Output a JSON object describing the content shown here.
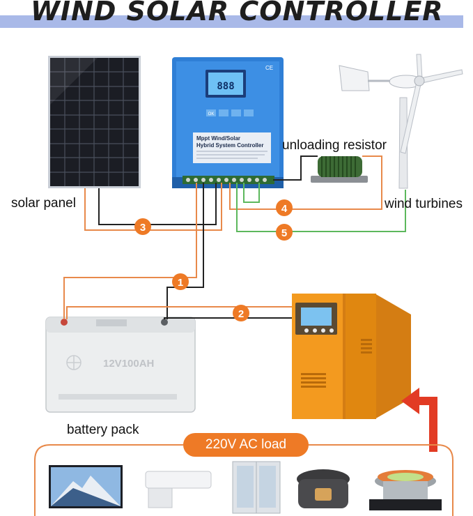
{
  "title": "WIND SOLAR CONTROLLER",
  "labels": {
    "solar_panel": "solar panel",
    "unloading_resistor": "unloading resistor",
    "wind_turbines": "wind turbines",
    "battery_pack": "battery pack",
    "ac_load": "220V AC load"
  },
  "controller": {
    "ce_mark": "CE",
    "display_value": "888",
    "panel_title_1": "Mppt Wind/Solar",
    "panel_title_2": "Hybrid System Controller",
    "button_ok": "OK"
  },
  "battery": {
    "rating": "12V100AH"
  },
  "connections": [
    {
      "number": "1"
    },
    {
      "number": "2"
    },
    {
      "number": "3"
    },
    {
      "number": "4"
    },
    {
      "number": "5"
    }
  ],
  "colors": {
    "orange_accent": "#ee7a26",
    "title_band": "#a9b9e8",
    "controller_blue": "#2f7fd6",
    "inverter_orange": "#f39a1f",
    "wire_green": "#5cb85c",
    "wire_orange": "#e8894a",
    "wire_black": "#222222"
  },
  "icons": [
    "solar-panel-icon",
    "wind-turbine-icon",
    "controller-icon",
    "resistor-icon",
    "battery-icon",
    "inverter-icon",
    "tv-icon",
    "air-conditioner-icon",
    "refrigerator-icon",
    "rice-cooker-icon",
    "induction-cooker-icon"
  ]
}
